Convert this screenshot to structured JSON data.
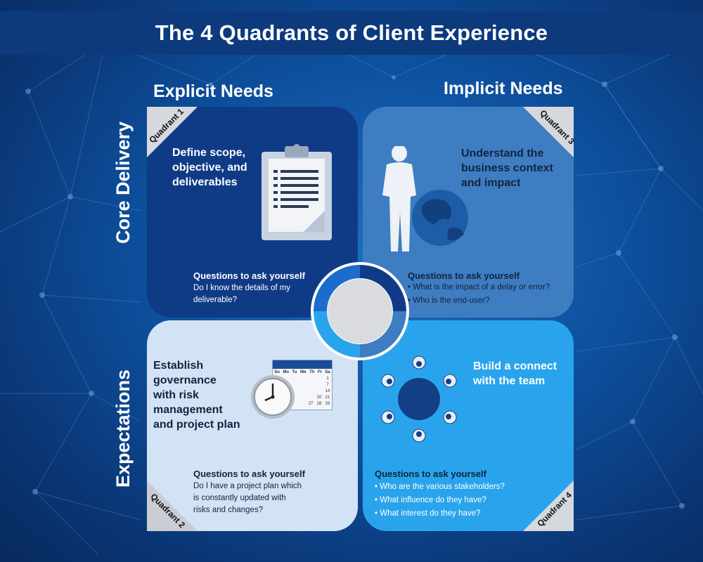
{
  "title": "The 4 Quadrants of Client Experience",
  "columns": {
    "left": "Explicit Needs",
    "right": "Implicit Needs"
  },
  "rows": {
    "top": "Core Delivery",
    "bottom": "Expectations"
  },
  "quadrants": [
    {
      "tag": "Quadrant 1",
      "heading": [
        "Define scope,",
        "objective, and",
        "deliverables"
      ],
      "questions_title": "Questions to ask yourself",
      "questions": [
        "Do I know the details of my",
        "deliverable?"
      ],
      "icon": "clipboard-checklist-icon"
    },
    {
      "tag": "Quadrant 2",
      "heading": [
        "Establish",
        "governance",
        "with risk",
        "management",
        "and project plan"
      ],
      "questions_title": "Questions to ask yourself",
      "questions": [
        "Do I have a project plan which",
        "is constantly updated with",
        "risks and changes?"
      ],
      "icon": "clock-calendar-icon",
      "calendar": {
        "days": [
          "Su",
          "Mo",
          "Tu",
          "We",
          "Th",
          "Fr",
          "Sa"
        ],
        "rows": [
          [
            "",
            "",
            "",
            "",
            "",
            "",
            "1"
          ],
          [
            "",
            "",
            "",
            "",
            "",
            "",
            "7"
          ],
          [
            "",
            "",
            "",
            "",
            "",
            "",
            "14"
          ],
          [
            "",
            "",
            "",
            "",
            "",
            "20",
            "21"
          ],
          [
            "",
            "",
            "",
            "",
            "27",
            "28",
            "29"
          ]
        ]
      }
    },
    {
      "tag": "Quadrant 3",
      "heading": [
        "Understand the",
        "business context",
        "and impact"
      ],
      "questions_title": "Questions to ask yourself",
      "questions": [
        "What is the impact of a delay or error?",
        "Who is the end-user?"
      ],
      "icon": "businessman-globe-icon"
    },
    {
      "tag": "Quadrant 4",
      "heading": [
        "Build a connect",
        "with the team"
      ],
      "questions_title": "Questions to ask yourself",
      "questions": [
        "Who are the various stakeholders?",
        "What influence do they have?",
        "What interest do they have?"
      ],
      "icon": "team-table-icon"
    }
  ],
  "colors": {
    "banner": "#0c3a7d",
    "q1": "#0f3b86",
    "q2": "#d2e3f6",
    "q3": "#3f7dc2",
    "q4": "#29a4ec"
  }
}
